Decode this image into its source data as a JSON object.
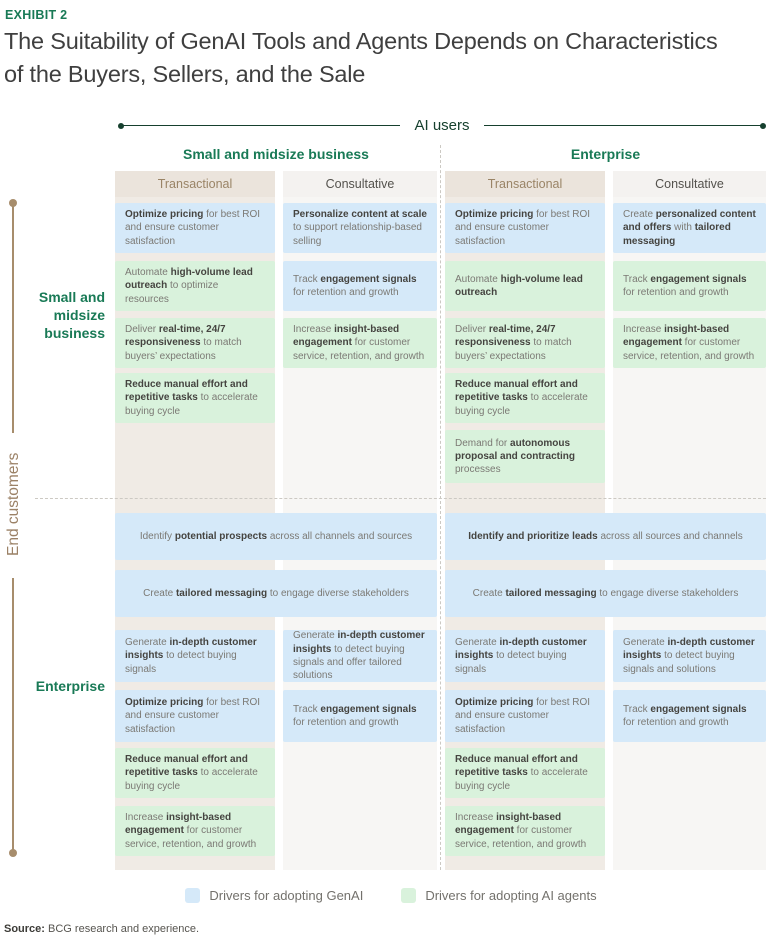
{
  "exhibit_label": "EXHIBIT 2",
  "title_line1": "The Suitability of GenAI Tools and Agents Depends on Characteristics",
  "title_line2": "of the Buyers, Sellers, and the Sale",
  "axes": {
    "top": "AI users",
    "left": "End customers"
  },
  "colors": {
    "genai_fill": "#d5e9f9",
    "agents_fill": "#d9f2dc",
    "brand_green": "#197a56",
    "axis_dark_green": "#16402e",
    "tan_line": "#a78d6c",
    "tan_text": "#9b8166",
    "transactional_header_bg": "#ebe4dc",
    "transactional_col_bg": "#f0ebe5",
    "consultative_header_bg": "#f4f2f0",
    "consultative_col_bg": "#f7f6f4"
  },
  "columns": {
    "groups": [
      {
        "label": "Small and midsize business"
      },
      {
        "label": "Enterprise"
      }
    ],
    "subheaders": [
      {
        "label": "Transactional",
        "kind": "trans"
      },
      {
        "label": "Consultative",
        "kind": "consult"
      },
      {
        "label": "Transactional",
        "kind": "trans"
      },
      {
        "label": "Consultative",
        "kind": "consult"
      }
    ]
  },
  "row_groups": [
    {
      "label": "Small and\nmidsize\nbusiness"
    },
    {
      "label": "Enterprise"
    }
  ],
  "grid": {
    "cells": [
      {
        "section": "smb",
        "row": 0,
        "col": 0,
        "type": "genai",
        "segments": [
          [
            "Optimize pricing",
            1
          ],
          [
            " for best ROI and ensure customer satisfaction",
            0
          ]
        ]
      },
      {
        "section": "smb",
        "row": 0,
        "col": 1,
        "type": "genai",
        "segments": [
          [
            "Personalize content at scale",
            1
          ],
          [
            " to support relationship-based selling",
            0
          ]
        ]
      },
      {
        "section": "smb",
        "row": 0,
        "col": 2,
        "type": "genai",
        "segments": [
          [
            "Optimize pricing",
            1
          ],
          [
            " for best ROI and ensure customer satisfaction",
            0
          ]
        ]
      },
      {
        "section": "smb",
        "row": 0,
        "col": 3,
        "type": "genai",
        "segments": [
          [
            "Create ",
            0
          ],
          [
            "personalized content and offers",
            1
          ],
          [
            " with ",
            0
          ],
          [
            "tailored messaging",
            1
          ]
        ]
      },
      {
        "section": "smb",
        "row": 1,
        "col": 0,
        "type": "agents",
        "segments": [
          [
            "Automate ",
            0
          ],
          [
            "high-volume lead outreach",
            1
          ],
          [
            " to optimize resources",
            0
          ]
        ]
      },
      {
        "section": "smb",
        "row": 1,
        "col": 1,
        "type": "genai",
        "segments": [
          [
            "Track ",
            0
          ],
          [
            "engagement signals",
            1
          ],
          [
            " for retention and growth",
            0
          ]
        ]
      },
      {
        "section": "smb",
        "row": 1,
        "col": 2,
        "type": "agents",
        "segments": [
          [
            "Automate ",
            0
          ],
          [
            "high-volume lead outreach",
            1
          ]
        ]
      },
      {
        "section": "smb",
        "row": 1,
        "col": 3,
        "type": "agents",
        "segments": [
          [
            "Track ",
            0
          ],
          [
            "engagement signals",
            1
          ],
          [
            " for retention and growth",
            0
          ]
        ]
      },
      {
        "section": "smb",
        "row": 2,
        "col": 0,
        "type": "agents",
        "segments": [
          [
            "Deliver ",
            0
          ],
          [
            "real-time, 24/7 responsiveness",
            1
          ],
          [
            " to match buyers’ expectations",
            0
          ]
        ]
      },
      {
        "section": "smb",
        "row": 2,
        "col": 1,
        "type": "agents",
        "segments": [
          [
            "Increase ",
            0
          ],
          [
            "insight-based engagement",
            1
          ],
          [
            " for customer service, retention, and growth",
            0
          ]
        ]
      },
      {
        "section": "smb",
        "row": 2,
        "col": 2,
        "type": "agents",
        "segments": [
          [
            "Deliver ",
            0
          ],
          [
            "real-time, 24/7 responsiveness",
            1
          ],
          [
            " to match buyers’ expectations",
            0
          ]
        ]
      },
      {
        "section": "smb",
        "row": 2,
        "col": 3,
        "type": "agents",
        "segments": [
          [
            "Increase ",
            0
          ],
          [
            "insight-based engagement",
            1
          ],
          [
            " for customer service, retention, and growth",
            0
          ]
        ]
      },
      {
        "section": "smb",
        "row": 3,
        "col": 0,
        "type": "agents",
        "segments": [
          [
            "Reduce manual effort and repetitive tasks",
            1
          ],
          [
            " to accelerate buying cycle",
            0
          ]
        ]
      },
      {
        "section": "smb",
        "row": 3,
        "col": 2,
        "type": "agents",
        "segments": [
          [
            "Reduce manual effort and repetitive tasks",
            1
          ],
          [
            " to accelerate buying cycle",
            0
          ]
        ]
      },
      {
        "section": "smb",
        "row": 4,
        "col": 2,
        "type": "agents",
        "segments": [
          [
            "Demand for ",
            0
          ],
          [
            "autonomous proposal and contracting",
            1
          ],
          [
            " processes",
            0
          ]
        ]
      },
      {
        "section": "ent",
        "row": 0,
        "span": 0,
        "type": "genai",
        "segments": [
          [
            "Identify ",
            0
          ],
          [
            "potential prospects",
            1
          ],
          [
            " across all channels and sources",
            0
          ]
        ]
      },
      {
        "section": "ent",
        "row": 0,
        "span": 1,
        "type": "genai",
        "segments": [
          [
            "Identify and prioritize leads",
            1
          ],
          [
            " across all sources and channels",
            0
          ]
        ]
      },
      {
        "section": "ent",
        "row": 1,
        "span": 0,
        "type": "genai",
        "segments": [
          [
            "Create ",
            0
          ],
          [
            "tailored messaging",
            1
          ],
          [
            " to engage diverse stakeholders",
            0
          ]
        ]
      },
      {
        "section": "ent",
        "row": 1,
        "span": 1,
        "type": "genai",
        "segments": [
          [
            "Create ",
            0
          ],
          [
            "tailored messaging",
            1
          ],
          [
            " to engage diverse stakeholders",
            0
          ]
        ]
      },
      {
        "section": "ent",
        "row": 2,
        "col": 0,
        "type": "genai",
        "segments": [
          [
            "Generate ",
            0
          ],
          [
            "in-depth customer insights",
            1
          ],
          [
            " to detect buying signals",
            0
          ]
        ]
      },
      {
        "section": "ent",
        "row": 2,
        "col": 1,
        "type": "genai",
        "segments": [
          [
            "Generate ",
            0
          ],
          [
            "in-depth customer insights",
            1
          ],
          [
            " to detect buying signals and offer tailored solutions",
            0
          ]
        ]
      },
      {
        "section": "ent",
        "row": 2,
        "col": 2,
        "type": "genai",
        "segments": [
          [
            "Generate ",
            0
          ],
          [
            "in-depth customer insights",
            1
          ],
          [
            " to detect buying signals",
            0
          ]
        ]
      },
      {
        "section": "ent",
        "row": 2,
        "col": 3,
        "type": "genai",
        "segments": [
          [
            "Generate ",
            0
          ],
          [
            "in-depth customer insights",
            1
          ],
          [
            " to detect buying signals and solutions",
            0
          ]
        ]
      },
      {
        "section": "ent",
        "row": 3,
        "col": 0,
        "type": "genai",
        "segments": [
          [
            "Optimize pricing",
            1
          ],
          [
            " for best ROI and ensure customer satisfaction",
            0
          ]
        ]
      },
      {
        "section": "ent",
        "row": 3,
        "col": 1,
        "type": "genai",
        "segments": [
          [
            "Track ",
            0
          ],
          [
            "engagement signals",
            1
          ],
          [
            " for retention and growth",
            0
          ]
        ]
      },
      {
        "section": "ent",
        "row": 3,
        "col": 2,
        "type": "genai",
        "segments": [
          [
            "Optimize pricing",
            1
          ],
          [
            " for best ROI and ensure customer satisfaction",
            0
          ]
        ]
      },
      {
        "section": "ent",
        "row": 3,
        "col": 3,
        "type": "genai",
        "segments": [
          [
            "Track ",
            0
          ],
          [
            "engagement signals",
            1
          ],
          [
            " for retention and growth",
            0
          ]
        ]
      },
      {
        "section": "ent",
        "row": 4,
        "col": 0,
        "type": "agents",
        "segments": [
          [
            "Reduce manual effort and repetitive tasks",
            1
          ],
          [
            " to accelerate buying cycle",
            0
          ]
        ]
      },
      {
        "section": "ent",
        "row": 4,
        "col": 2,
        "type": "agents",
        "segments": [
          [
            "Reduce manual effort and repetitive tasks",
            1
          ],
          [
            " to accelerate buying cycle",
            0
          ]
        ]
      },
      {
        "section": "ent",
        "row": 5,
        "col": 0,
        "type": "agents",
        "segments": [
          [
            "Increase ",
            0
          ],
          [
            "insight-based engagement",
            1
          ],
          [
            " for customer service, retention, and growth",
            0
          ]
        ]
      },
      {
        "section": "ent",
        "row": 5,
        "col": 2,
        "type": "agents",
        "segments": [
          [
            "Increase ",
            0
          ],
          [
            "insight-based engagement",
            1
          ],
          [
            " for customer service, retention, and growth",
            0
          ]
        ]
      }
    ]
  },
  "legend": {
    "items": [
      {
        "label": "Drivers for adopting GenAI",
        "type": "genai"
      },
      {
        "label": "Drivers for adopting AI agents",
        "type": "agents"
      }
    ]
  },
  "source": {
    "prefix": "Source:",
    "text": " BCG research and experience."
  }
}
